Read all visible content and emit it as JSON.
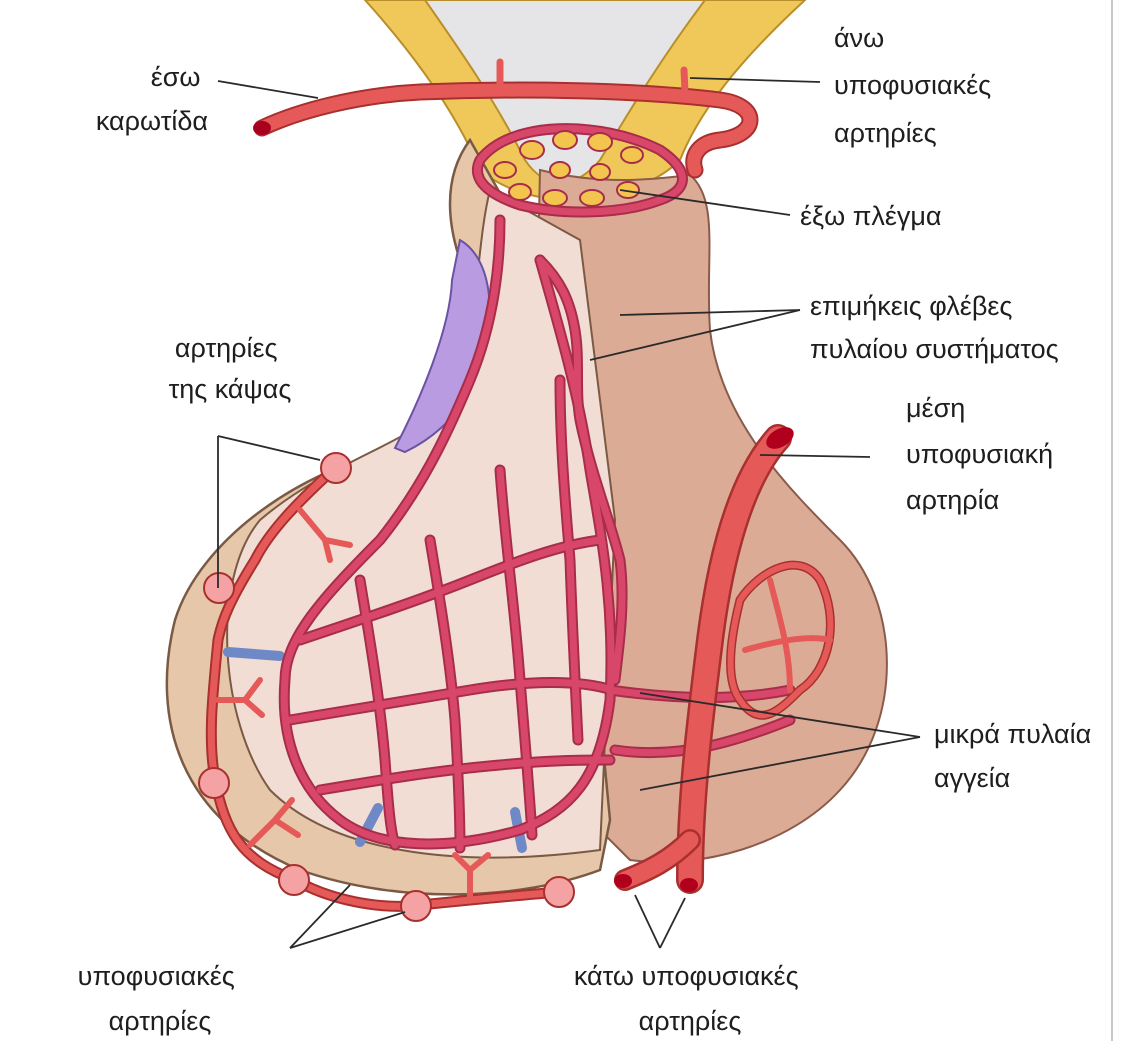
{
  "labels": {
    "internal_carotid": [
      "έσω",
      "καρωτίδα"
    ],
    "superior_hypophyseal_arteries": [
      "άνω",
      "υποφυσιακές",
      "αρτηρίες"
    ],
    "external_plexus": [
      "έξω πλέγμα"
    ],
    "long_portal_veins": [
      "επιμήκεις φλέβες",
      "πυλαίου συστήματος"
    ],
    "capsule_arteries": [
      "αρτηρίες",
      "της κάψας"
    ],
    "middle_hypophyseal_artery": [
      "μέση",
      "υποφυσιακή",
      "αρτηρία"
    ],
    "short_portal_vessels": [
      "μικρά πυλαία",
      "αγγεία"
    ],
    "hypophyseal_arteries": [
      "υποφυσιακές",
      "αρτηρίες"
    ],
    "inferior_hypophyseal_arteries": [
      "κάτω υποφυσιακές",
      "αρτηρίες"
    ]
  },
  "colors": {
    "hypothalamus": "#f0c85a",
    "capsule": "#e7c7a9",
    "anterior_lobe": "#f1ddd3",
    "posterior_lobe": "#dcab96",
    "portal_vessels": "#d8476a",
    "arteries": "#e55a58",
    "veins": "#8ea7e0",
    "pars_tuberalis": "#b89be0"
  }
}
